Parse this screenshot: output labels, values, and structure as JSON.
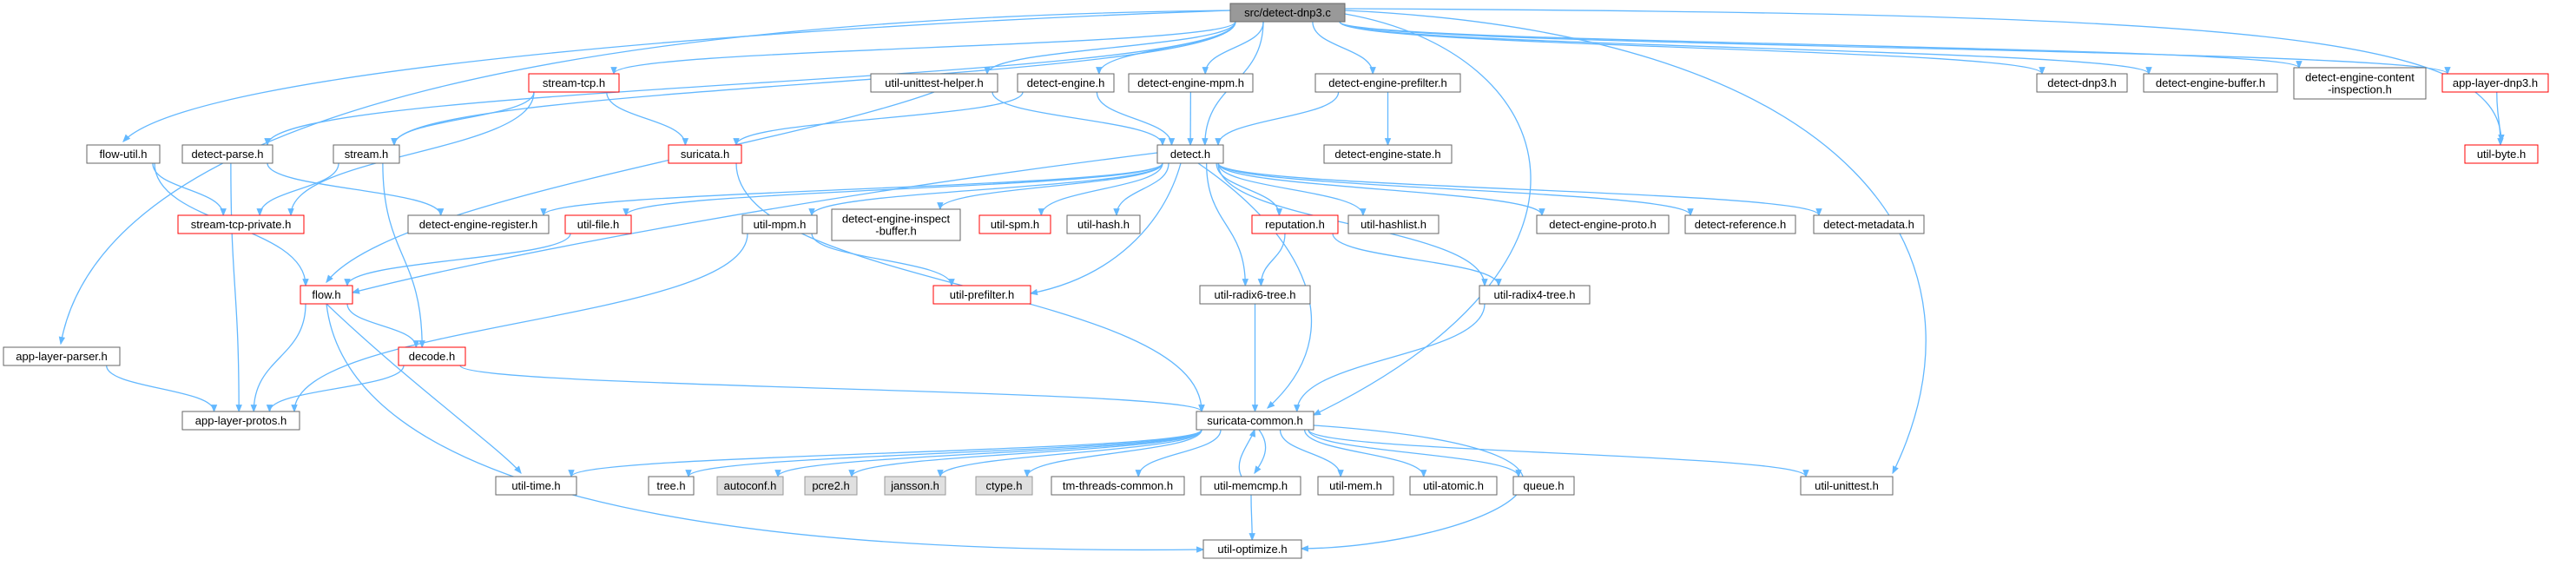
{
  "graph": {
    "colors": {
      "edge": "#63b8ff",
      "root_fill": "#999999",
      "root_stroke": "#666666",
      "normal_fill": "#ffffff",
      "normal_stroke": "#666666",
      "missing_stroke": "#ff0000",
      "external_fill": "#e0e0e0",
      "external_stroke": "#999999"
    },
    "nodes": [
      {
        "id": "root",
        "label": [
          "src/detect-dnp3.c"
        ],
        "kind": "root"
      },
      {
        "id": "stream_tcp_h",
        "label": [
          "stream-tcp.h"
        ],
        "kind": "missing"
      },
      {
        "id": "util_unittest_helper_h",
        "label": [
          "util-unittest-helper.h"
        ],
        "kind": "normal"
      },
      {
        "id": "detect_engine_h",
        "label": [
          "detect-engine.h"
        ],
        "kind": "normal"
      },
      {
        "id": "detect_engine_mpm_h",
        "label": [
          "detect-engine-mpm.h"
        ],
        "kind": "normal"
      },
      {
        "id": "detect_engine_prefilter_h",
        "label": [
          "detect-engine-prefilter.h"
        ],
        "kind": "normal"
      },
      {
        "id": "detect_dnp3_h",
        "label": [
          "detect-dnp3.h"
        ],
        "kind": "normal"
      },
      {
        "id": "detect_engine_buffer_h",
        "label": [
          "detect-engine-buffer.h"
        ],
        "kind": "normal"
      },
      {
        "id": "detect_engine_content_inspection_h",
        "label": [
          "detect-engine-content",
          "-inspection.h"
        ],
        "kind": "normal"
      },
      {
        "id": "app_layer_dnp3_h",
        "label": [
          "app-layer-dnp3.h"
        ],
        "kind": "missing"
      },
      {
        "id": "flow_util_h",
        "label": [
          "flow-util.h"
        ],
        "kind": "normal"
      },
      {
        "id": "detect_parse_h",
        "label": [
          "detect-parse.h"
        ],
        "kind": "normal"
      },
      {
        "id": "stream_h",
        "label": [
          "stream.h"
        ],
        "kind": "normal"
      },
      {
        "id": "suricata_h",
        "label": [
          "suricata.h"
        ],
        "kind": "missing"
      },
      {
        "id": "detect_h",
        "label": [
          "detect.h"
        ],
        "kind": "normal"
      },
      {
        "id": "detect_engine_state_h",
        "label": [
          "detect-engine-state.h"
        ],
        "kind": "normal"
      },
      {
        "id": "util_byte_h",
        "label": [
          "util-byte.h"
        ],
        "kind": "missing"
      },
      {
        "id": "stream_tcp_private_h",
        "label": [
          "stream-tcp-private.h"
        ],
        "kind": "missing"
      },
      {
        "id": "detect_engine_register_h",
        "label": [
          "detect-engine-register.h"
        ],
        "kind": "normal"
      },
      {
        "id": "util_file_h",
        "label": [
          "util-file.h"
        ],
        "kind": "missing"
      },
      {
        "id": "util_mpm_h",
        "label": [
          "util-mpm.h"
        ],
        "kind": "normal"
      },
      {
        "id": "detect_engine_inspect_buffer_h",
        "label": [
          "detect-engine-inspect",
          "-buffer.h"
        ],
        "kind": "normal"
      },
      {
        "id": "util_spm_h",
        "label": [
          "util-spm.h"
        ],
        "kind": "missing"
      },
      {
        "id": "util_hash_h",
        "label": [
          "util-hash.h"
        ],
        "kind": "normal"
      },
      {
        "id": "reputation_h",
        "label": [
          "reputation.h"
        ],
        "kind": "missing"
      },
      {
        "id": "util_hashlist_h",
        "label": [
          "util-hashlist.h"
        ],
        "kind": "normal"
      },
      {
        "id": "detect_engine_proto_h",
        "label": [
          "detect-engine-proto.h"
        ],
        "kind": "normal"
      },
      {
        "id": "detect_reference_h",
        "label": [
          "detect-reference.h"
        ],
        "kind": "normal"
      },
      {
        "id": "detect_metadata_h",
        "label": [
          "detect-metadata.h"
        ],
        "kind": "normal"
      },
      {
        "id": "flow_h",
        "label": [
          "flow.h"
        ],
        "kind": "missing"
      },
      {
        "id": "decode_h",
        "label": [
          "decode.h"
        ],
        "kind": "missing"
      },
      {
        "id": "util_prefilter_h",
        "label": [
          "util-prefilter.h"
        ],
        "kind": "missing"
      },
      {
        "id": "util_radix6_tree_h",
        "label": [
          "util-radix6-tree.h"
        ],
        "kind": "normal"
      },
      {
        "id": "util_radix4_tree_h",
        "label": [
          "util-radix4-tree.h"
        ],
        "kind": "normal"
      },
      {
        "id": "app_layer_parser_h",
        "label": [
          "app-layer-parser.h"
        ],
        "kind": "normal"
      },
      {
        "id": "app_layer_protos_h",
        "label": [
          "app-layer-protos.h"
        ],
        "kind": "normal"
      },
      {
        "id": "suricata_common_h",
        "label": [
          "suricata-common.h"
        ],
        "kind": "normal"
      },
      {
        "id": "util_time_h",
        "label": [
          "util-time.h"
        ],
        "kind": "normal"
      },
      {
        "id": "tree_h",
        "label": [
          "tree.h"
        ],
        "kind": "normal"
      },
      {
        "id": "autoconf_h",
        "label": [
          "autoconf.h"
        ],
        "kind": "external"
      },
      {
        "id": "pcre2_h",
        "label": [
          "pcre2.h"
        ],
        "kind": "external"
      },
      {
        "id": "jansson_h",
        "label": [
          "jansson.h"
        ],
        "kind": "external"
      },
      {
        "id": "ctype_h",
        "label": [
          "ctype.h"
        ],
        "kind": "external"
      },
      {
        "id": "tm_threads_common_h",
        "label": [
          "tm-threads-common.h"
        ],
        "kind": "normal"
      },
      {
        "id": "util_memcmp_h",
        "label": [
          "util-memcmp.h"
        ],
        "kind": "normal"
      },
      {
        "id": "util_mem_h",
        "label": [
          "util-mem.h"
        ],
        "kind": "normal"
      },
      {
        "id": "util_atomic_h",
        "label": [
          "util-atomic.h"
        ],
        "kind": "normal"
      },
      {
        "id": "queue_h",
        "label": [
          "queue.h"
        ],
        "kind": "normal"
      },
      {
        "id": "util_unittest_h",
        "label": [
          "util-unittest.h"
        ],
        "kind": "normal"
      },
      {
        "id": "util_optimize_h",
        "label": [
          "util-optimize.h"
        ],
        "kind": "normal"
      }
    ],
    "edges": [
      [
        "root",
        "stream_tcp_h"
      ],
      [
        "root",
        "util_unittest_helper_h"
      ],
      [
        "root",
        "detect_engine_h"
      ],
      [
        "root",
        "detect_engine_mpm_h"
      ],
      [
        "root",
        "detect_engine_prefilter_h"
      ],
      [
        "root",
        "detect_dnp3_h"
      ],
      [
        "root",
        "detect_engine_buffer_h"
      ],
      [
        "root",
        "detect_engine_content_inspection_h"
      ],
      [
        "root",
        "app_layer_dnp3_h"
      ],
      [
        "root",
        "util_byte_h"
      ],
      [
        "root",
        "flow_util_h"
      ],
      [
        "root",
        "detect_parse_h"
      ],
      [
        "root",
        "stream_h"
      ],
      [
        "root",
        "detect_h"
      ],
      [
        "root",
        "app_layer_parser_h"
      ],
      [
        "root",
        "suricata_common_h"
      ],
      [
        "root",
        "util_unittest_h"
      ],
      [
        "stream_tcp_h",
        "stream_h"
      ],
      [
        "stream_tcp_h",
        "suricata_h"
      ],
      [
        "stream_tcp_h",
        "stream_tcp_private_h"
      ],
      [
        "util_unittest_helper_h",
        "detect_h"
      ],
      [
        "util_unittest_helper_h",
        "flow_h"
      ],
      [
        "detect_engine_h",
        "detect_h"
      ],
      [
        "detect_engine_h",
        "suricata_h"
      ],
      [
        "detect_engine_mpm_h",
        "detect_h"
      ],
      [
        "detect_engine_prefilter_h",
        "detect_h"
      ],
      [
        "detect_engine_prefilter_h",
        "detect_engine_state_h"
      ],
      [
        "app_layer_dnp3_h",
        "util_byte_h"
      ],
      [
        "flow_util_h",
        "stream_tcp_private_h"
      ],
      [
        "flow_util_h",
        "flow_h"
      ],
      [
        "detect_parse_h",
        "detect_engine_register_h"
      ],
      [
        "detect_parse_h",
        "app_layer_protos_h"
      ],
      [
        "stream_h",
        "stream_tcp_private_h"
      ],
      [
        "stream_h",
        "decode_h"
      ],
      [
        "suricata_h",
        "suricata_common_h"
      ],
      [
        "detect_h",
        "detect_engine_register_h"
      ],
      [
        "detect_h",
        "util_file_h"
      ],
      [
        "detect_h",
        "util_mpm_h"
      ],
      [
        "detect_h",
        "detect_engine_inspect_buffer_h"
      ],
      [
        "detect_h",
        "util_spm_h"
      ],
      [
        "detect_h",
        "util_hash_h"
      ],
      [
        "detect_h",
        "reputation_h"
      ],
      [
        "detect_h",
        "util_hashlist_h"
      ],
      [
        "detect_h",
        "detect_engine_proto_h"
      ],
      [
        "detect_h",
        "detect_reference_h"
      ],
      [
        "detect_h",
        "detect_metadata_h"
      ],
      [
        "detect_h",
        "flow_h"
      ],
      [
        "detect_h",
        "util_prefilter_h"
      ],
      [
        "detect_h",
        "util_radix6_tree_h"
      ],
      [
        "detect_h",
        "util_radix4_tree_h"
      ],
      [
        "detect_h",
        "suricata_common_h"
      ],
      [
        "util_file_h",
        "flow_h"
      ],
      [
        "util_mpm_h",
        "util_prefilter_h"
      ],
      [
        "util_mpm_h",
        "app_layer_protos_h"
      ],
      [
        "reputation_h",
        "util_radix6_tree_h"
      ],
      [
        "reputation_h",
        "util_radix4_tree_h"
      ],
      [
        "flow_h",
        "decode_h"
      ],
      [
        "flow_h",
        "app_layer_protos_h"
      ],
      [
        "flow_h",
        "util_time_h"
      ],
      [
        "flow_h",
        "util_optimize_h"
      ],
      [
        "decode_h",
        "app_layer_protos_h"
      ],
      [
        "decode_h",
        "suricata_common_h"
      ],
      [
        "util_radix6_tree_h",
        "suricata_common_h"
      ],
      [
        "util_radix4_tree_h",
        "suricata_common_h"
      ],
      [
        "app_layer_parser_h",
        "app_layer_protos_h"
      ],
      [
        "suricata_common_h",
        "util_time_h"
      ],
      [
        "suricata_common_h",
        "tree_h"
      ],
      [
        "suricata_common_h",
        "autoconf_h"
      ],
      [
        "suricata_common_h",
        "pcre2_h"
      ],
      [
        "suricata_common_h",
        "jansson_h"
      ],
      [
        "suricata_common_h",
        "ctype_h"
      ],
      [
        "suricata_common_h",
        "tm_threads_common_h"
      ],
      [
        "suricata_common_h",
        "util_memcmp_h"
      ],
      [
        "suricata_common_h",
        "util_mem_h"
      ],
      [
        "suricata_common_h",
        "util_atomic_h"
      ],
      [
        "suricata_common_h",
        "queue_h"
      ],
      [
        "suricata_common_h",
        "util_unittest_h"
      ],
      [
        "suricata_common_h",
        "util_optimize_h"
      ],
      [
        "util_memcmp_h",
        "suricata_common_h"
      ],
      [
        "util_memcmp_h",
        "util_optimize_h"
      ]
    ]
  }
}
